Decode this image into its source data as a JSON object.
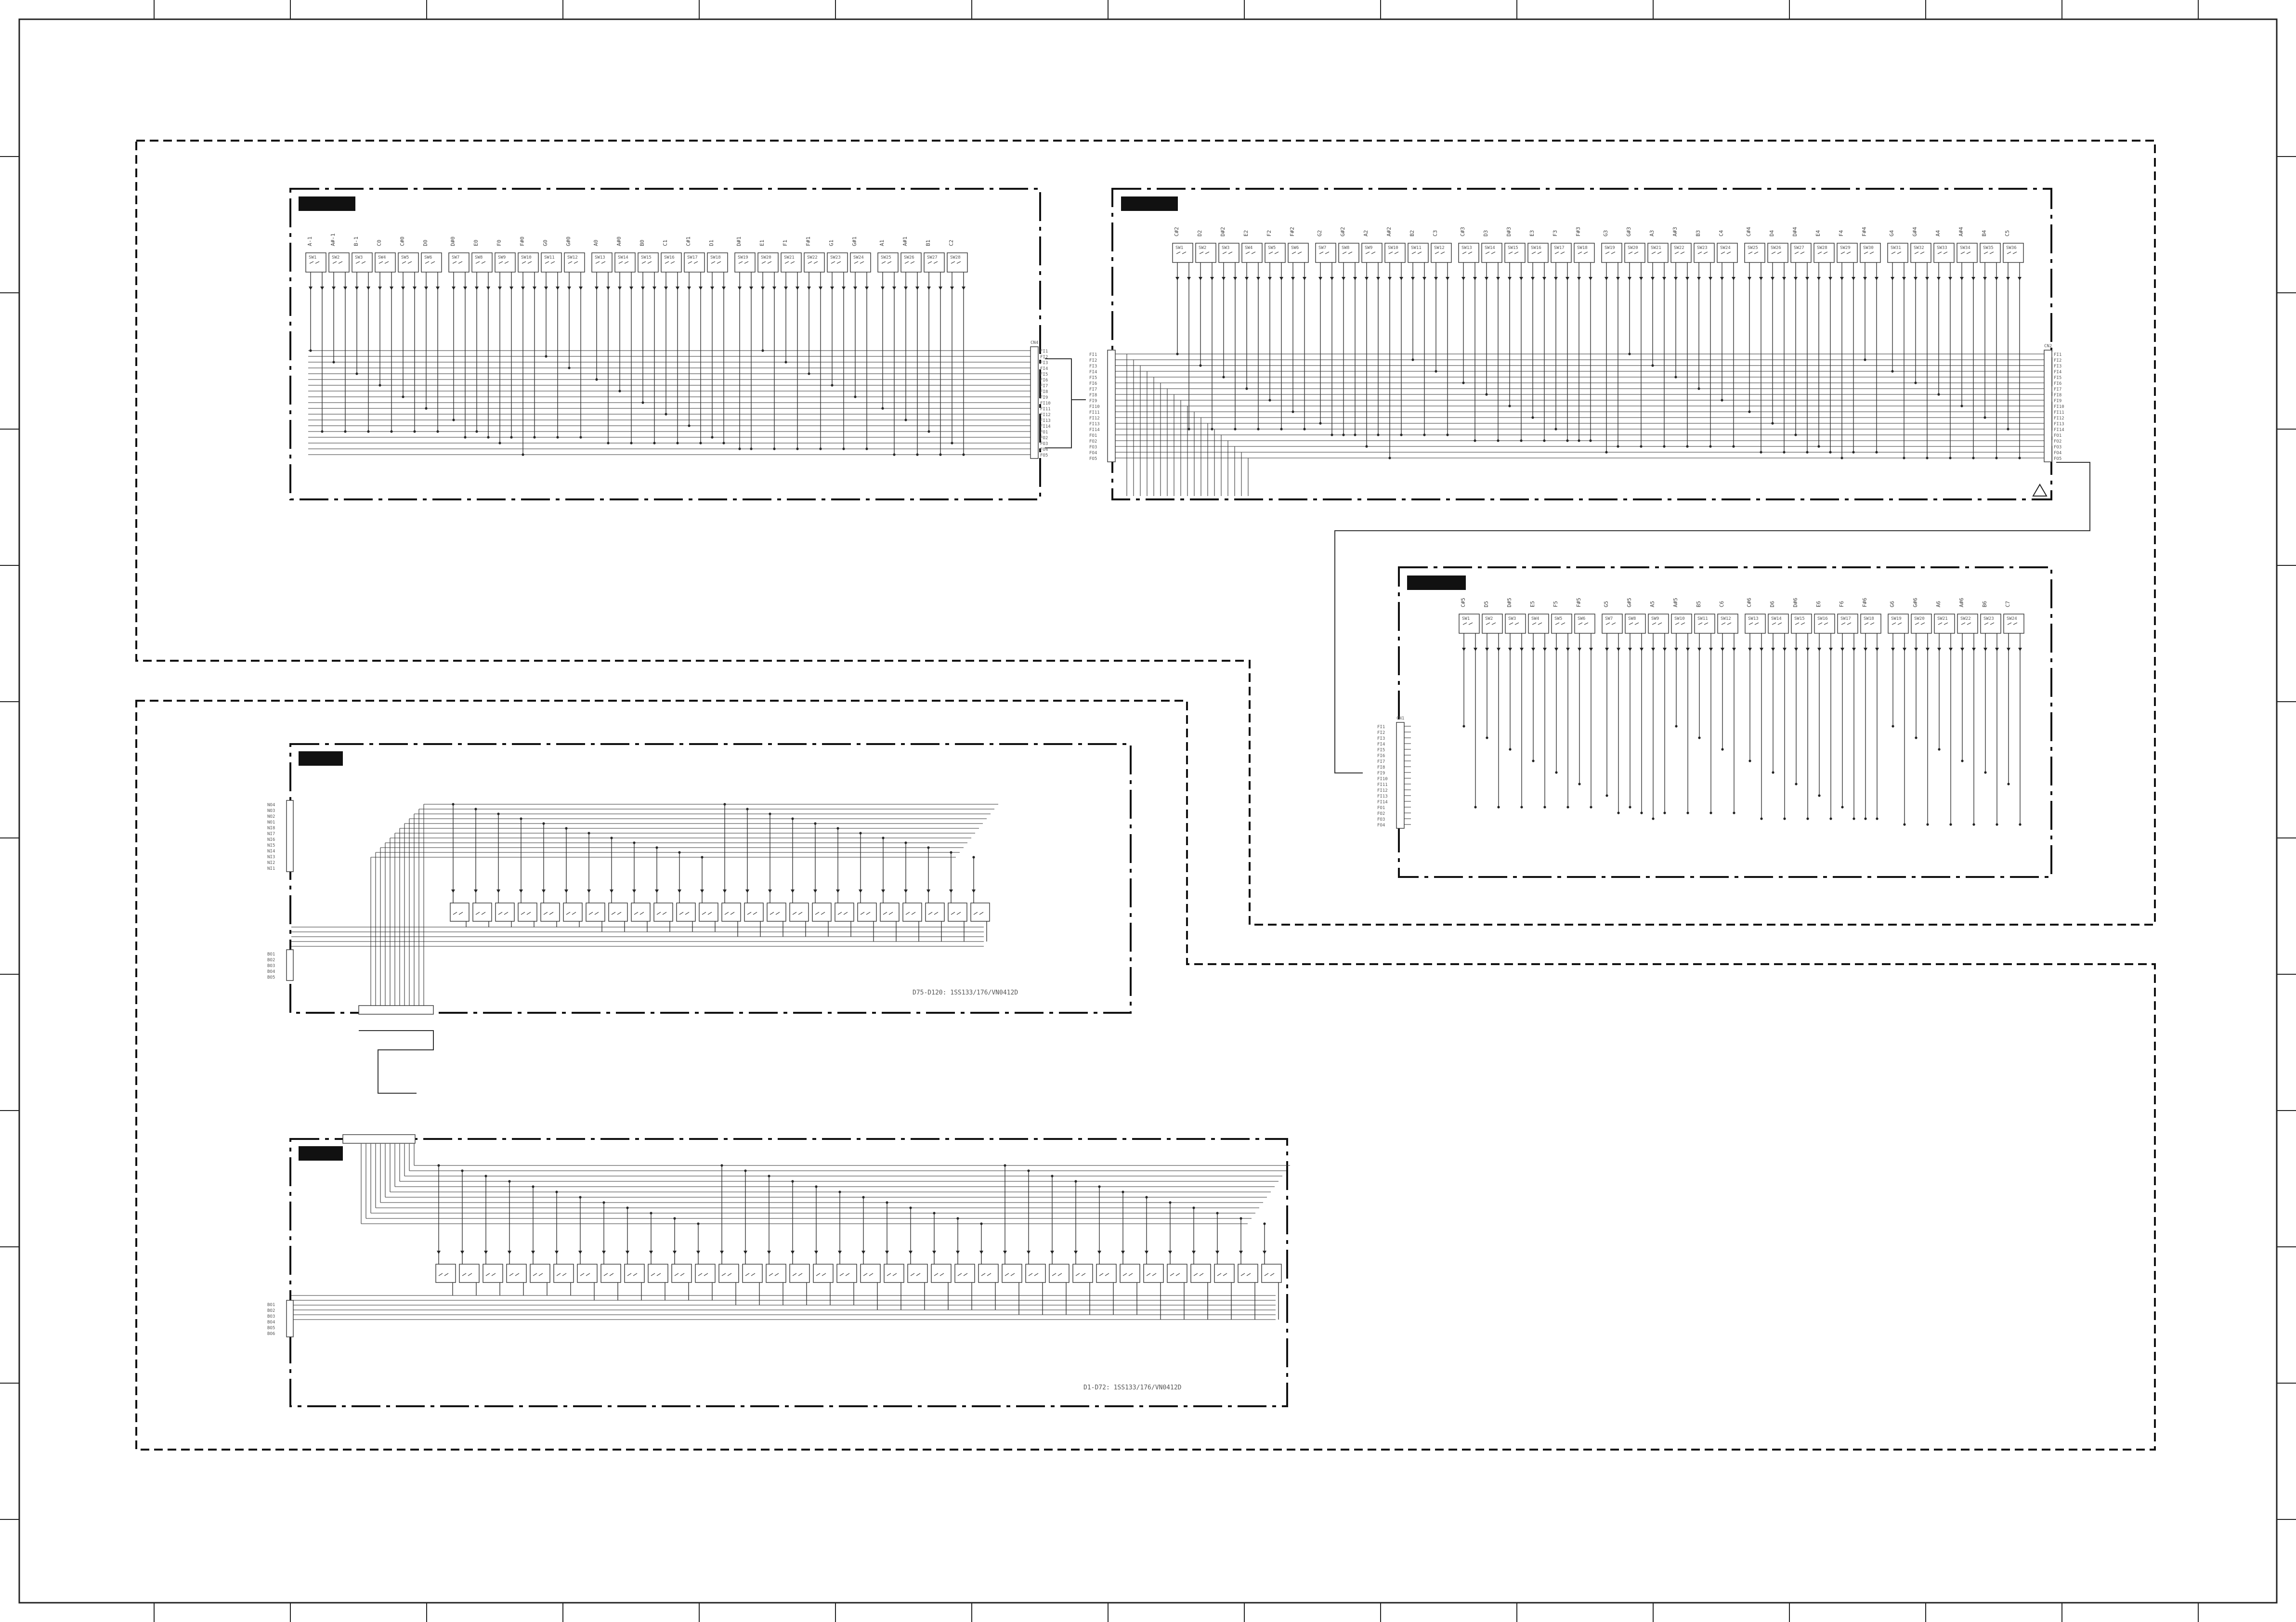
{
  "boards": [
    {
      "id": "board-top-left",
      "connector_name": "CN4",
      "connector_pins": [
        "FI1",
        "FI2",
        "FI3",
        "FI4",
        "FI5",
        "FI6",
        "FI7",
        "FI8",
        "FI9",
        "FI10",
        "FI11",
        "FI12",
        "FI13",
        "FI14",
        "FO1",
        "FO2",
        "FO3",
        "FO4",
        "FO5"
      ],
      "key_labels": [
        "A-1",
        "A#-1",
        "B-1",
        "C0",
        "C#0",
        "D0",
        "D#0",
        "E0",
        "F0",
        "F#0",
        "G0",
        "G#0",
        "A0",
        "A#0",
        "B0",
        "C1",
        "C#1",
        "D1",
        "D#1",
        "E1",
        "F1",
        "F#1",
        "G1",
        "G#1",
        "A1",
        "A#1",
        "B1",
        "C2"
      ],
      "switch_labels": [
        "SW1",
        "SW2",
        "SW3",
        "SW4",
        "SW5",
        "SW6",
        "SW7",
        "SW8",
        "SW9",
        "SW10",
        "SW11",
        "SW12",
        "SW13",
        "SW14",
        "SW15",
        "SW16",
        "SW17",
        "SW18",
        "SW19",
        "SW20",
        "SW21",
        "SW22",
        "SW23",
        "SW24",
        "SW25",
        "SW26",
        "SW27",
        "SW28"
      ]
    },
    {
      "id": "board-top-right",
      "connector_name": "CN2",
      "connector_pins": [
        "FI1",
        "FI2",
        "FI3",
        "FI4",
        "FI5",
        "FI6",
        "FI7",
        "FI8",
        "FI9",
        "FI10",
        "FI11",
        "FI12",
        "FI13",
        "FI14",
        "FO1",
        "FO2",
        "FO3",
        "FO4",
        "FO5"
      ],
      "key_labels": [
        "C#2",
        "D2",
        "D#2",
        "E2",
        "F2",
        "F#2",
        "G2",
        "G#2",
        "A2",
        "A#2",
        "B2",
        "C3",
        "C#3",
        "D3",
        "D#3",
        "E3",
        "F3",
        "F#3",
        "G3",
        "G#3",
        "A3",
        "A#3",
        "B3",
        "C4",
        "C#4",
        "D4",
        "D#4",
        "E4",
        "F4",
        "F#4",
        "G4",
        "G#4",
        "A4",
        "A#4",
        "B4",
        "C5"
      ],
      "switch_labels": [
        "SW1",
        "SW2",
        "SW3",
        "SW4",
        "SW5",
        "SW6",
        "SW7",
        "SW8",
        "SW9",
        "SW10",
        "SW11",
        "SW12",
        "SW13",
        "SW14",
        "SW15",
        "SW16",
        "SW17",
        "SW18",
        "SW19",
        "SW20",
        "SW21",
        "SW22",
        "SW23",
        "SW24",
        "SW25",
        "SW26",
        "SW27",
        "SW28",
        "SW29",
        "SW30",
        "SW31",
        "SW32",
        "SW33",
        "SW34",
        "SW35",
        "SW36"
      ]
    },
    {
      "id": "board-middle-right",
      "connector_name": "CN1",
      "connector_pins": [
        "FI1",
        "FI2",
        "FI3",
        "FI4",
        "FI5",
        "FI6",
        "FI7",
        "FI8",
        "FI9",
        "FI10",
        "FI11",
        "FI12",
        "FI13",
        "FI14",
        "FO1",
        "FO2",
        "FO3",
        "FO4"
      ],
      "key_labels": [
        "C#5",
        "D5",
        "D#5",
        "E5",
        "F5",
        "F#5",
        "G5",
        "G#5",
        "A5",
        "A#5",
        "B5",
        "C6",
        "C#6",
        "D6",
        "D#6",
        "E6",
        "F6",
        "F#6",
        "G6",
        "G#6",
        "A6",
        "A#6",
        "B6",
        "C7"
      ],
      "switch_labels": [
        "SW1",
        "SW2",
        "SW3",
        "SW4",
        "SW5",
        "SW6",
        "SW7",
        "SW8",
        "SW9",
        "SW10",
        "SW11",
        "SW12",
        "SW13",
        "SW14",
        "SW15",
        "SW16",
        "SW17",
        "SW18",
        "SW19",
        "SW20",
        "SW21",
        "SW22",
        "SW23",
        "SW24"
      ]
    },
    {
      "id": "board-bottom-upper",
      "left_connector_a": [
        "NO4",
        "NO3",
        "NO2",
        "NO1",
        "NI8",
        "NI7",
        "NI6",
        "NI5",
        "NI4",
        "NI3",
        "NI2",
        "NI1"
      ],
      "left_connector_b": [
        "BO1",
        "BO2",
        "BO3",
        "BO4",
        "BO5"
      ],
      "key_count": 24,
      "note": "D75-D120: 1SS133/176/VN0412D"
    },
    {
      "id": "board-bottom-lower",
      "left_connector": [
        "BO1",
        "BO2",
        "BO3",
        "BO4",
        "BO5",
        "BO6"
      ],
      "key_count": 36,
      "note": "D1-D72: 1SS133/176/VN0412D"
    }
  ]
}
